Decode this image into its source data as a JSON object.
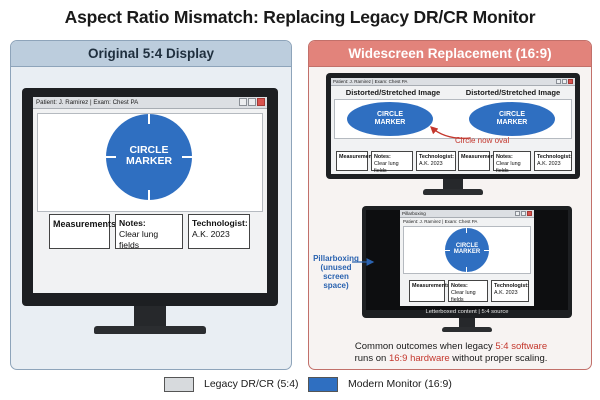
{
  "title": "Aspect Ratio Mismatch: Replacing Legacy DR/CR Monitor",
  "left_panel": {
    "header": "Original 5:4 Display",
    "window_title": "Patient: J. Ramirez | Exam: Chest PA",
    "marker": [
      "CIRCLE",
      "MARKER"
    ],
    "boxes": {
      "measurements": "Measurements",
      "notes_title": "Notes:",
      "notes_value": "Clear lung fields",
      "tech_title": "Technologist:",
      "tech_value": "A.K. 2023"
    }
  },
  "right_panel": {
    "header": "Widescreen Replacement (16:9)",
    "top_monitor": {
      "window_title": "Patient: J. Ramirez | Exam: Chest PA",
      "caption_left": "Distorted/Stretched Image",
      "caption_right": "Distorted/Stretched Image",
      "marker": [
        "CIRCLE",
        "MARKER"
      ],
      "annotation": "Circle now oval"
    },
    "bottom_monitor": {
      "window_title_small": "Pillarboxing",
      "window_title": "Patient: J. Ramirez | Exam: Chest PA",
      "marker": [
        "CIRCLE",
        "MARKER"
      ],
      "pillarbox_label": [
        "Pillarboxing",
        "(unused",
        "screen space)"
      ],
      "letterbox_label": "Letterboxed content | 5:4 source"
    },
    "outcome": {
      "line1_pre": "Common outcomes when legacy ",
      "line1_red": "5:4 software",
      "line2_pre": "runs on ",
      "line2_red": "16:9 hardware",
      "line2_post": " without proper scaling."
    }
  },
  "legend": [
    {
      "label": "Legacy DR/CR (5:4)",
      "color": "#d7dadd"
    },
    {
      "label": "Modern Monitor (16:9)",
      "color": "#2f6fc1"
    }
  ],
  "colors": {
    "marker_blue": "#2f6fc1",
    "annotation_red": "#c4372d",
    "annotation_blue": "#2b63b0"
  }
}
